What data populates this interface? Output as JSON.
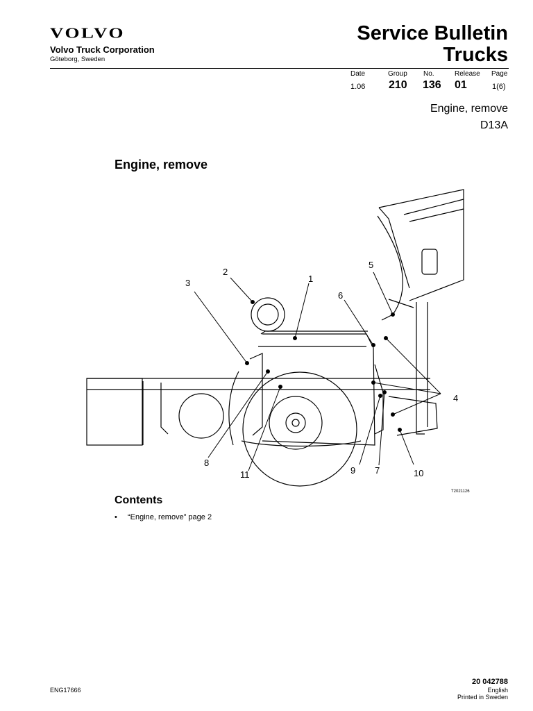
{
  "header": {
    "logo": "VOLVO",
    "company": "Volvo Truck Corporation",
    "location": "Göteborg, Sweden",
    "title_line1": "Service Bulletin",
    "title_line2": "Trucks"
  },
  "meta": {
    "date_label": "Date",
    "date": "1.06",
    "group_label": "Group",
    "group": "210",
    "no_label": "No.",
    "no": "136",
    "release_label": "Release",
    "release": "01",
    "page_label": "Page",
    "page": "1(6)"
  },
  "subject": {
    "line1": "Engine, remove",
    "line2": "D13A"
  },
  "main": {
    "heading": "Engine, remove",
    "figure": {
      "ref": "T2021126",
      "callouts": [
        "1",
        "2",
        "3",
        "4",
        "5",
        "6",
        "7",
        "8",
        "9",
        "10",
        "11"
      ]
    },
    "contents_heading": "Contents",
    "contents_items": [
      "“Engine, remove” page 2"
    ]
  },
  "footer": {
    "doc_code": "ENG17666",
    "number": "20 042788",
    "language": "English",
    "printed": "Printed in Sweden"
  }
}
